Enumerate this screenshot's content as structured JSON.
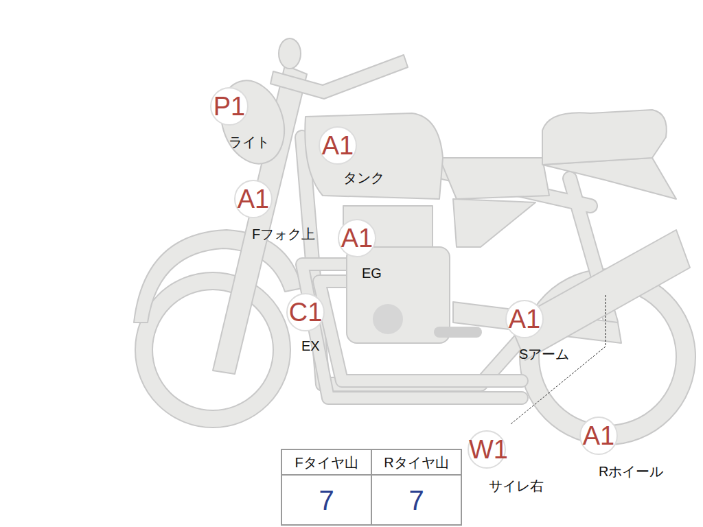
{
  "diagram": {
    "nodes": [
      {
        "text": [
          "P1",
          "ライト"
        ]
      },
      {
        "text": [
          "A1",
          "タンク"
        ]
      },
      {
        "text": [
          "A1",
          "Fフォク上"
        ]
      },
      {
        "text": [
          "A1",
          "EG"
        ]
      },
      {
        "text": [
          "C1",
          "EX"
        ]
      },
      {
        "text": [
          "A1",
          "Sアーム"
        ]
      },
      {
        "text": [
          "W1",
          "サイレ右"
        ]
      },
      {
        "text": [
          "A1",
          "Rホイール"
        ]
      }
    ],
    "labels": [
      "Fタイヤ山",
      "Rタイヤ山",
      "7",
      "7"
    ]
  }
}
